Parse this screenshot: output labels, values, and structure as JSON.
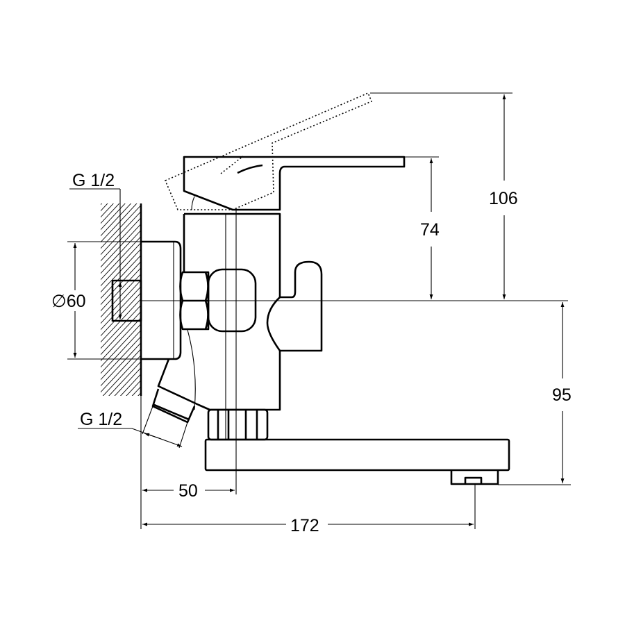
{
  "title": "Wall-mounted bath mixer – dimension drawing",
  "labels": {
    "thread_top": "G 1/2",
    "thread_bottom": "G 1/2",
    "diameter": "∅60",
    "dim_50": "50",
    "dim_172": "172",
    "dim_74": "74",
    "dim_106": "106",
    "dim_95": "95"
  },
  "colors": {
    "line": "#000000",
    "background": "#ffffff"
  }
}
